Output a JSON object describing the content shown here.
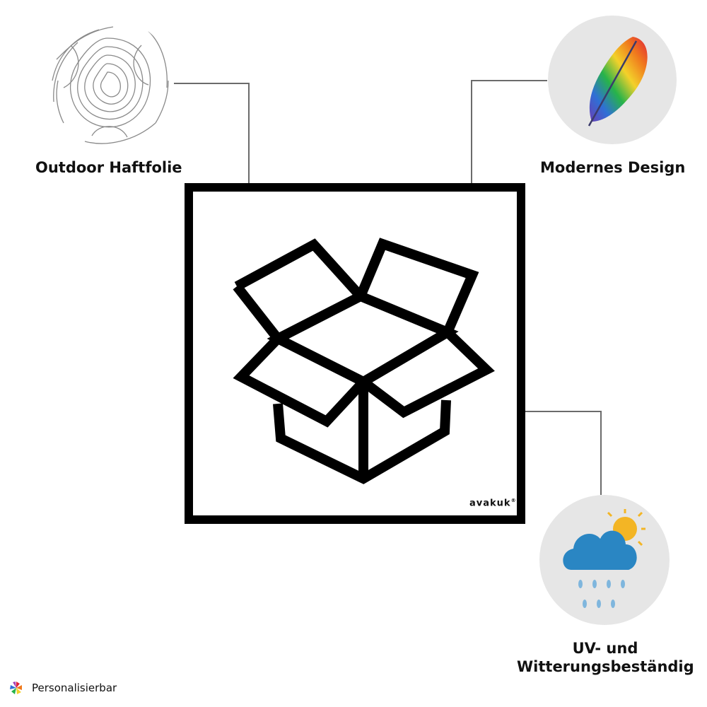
{
  "features": {
    "outdoor": {
      "label": "Outdoor Haftfolie",
      "icon": "fingerprint-pattern-icon"
    },
    "design": {
      "label": "Modernes Design",
      "icon": "rainbow-feather-icon"
    },
    "weather": {
      "label_line1": "UV- und",
      "label_line2": "Witterungsbeständig",
      "icon": "rain-cloud-sun-icon"
    }
  },
  "sign": {
    "symbol": "open-box-icon",
    "brand": "avakuk",
    "brand_mark": "®"
  },
  "footer": {
    "label": "Personalisierbar",
    "icon": "color-pinwheel-icon"
  },
  "colors": {
    "text": "#111111",
    "connector": "#6b6b6b",
    "circle_bg": "#e6e6e6",
    "cloud": "#2a86c3",
    "sun": "#f3b525",
    "rain": "#7fb6dd"
  }
}
